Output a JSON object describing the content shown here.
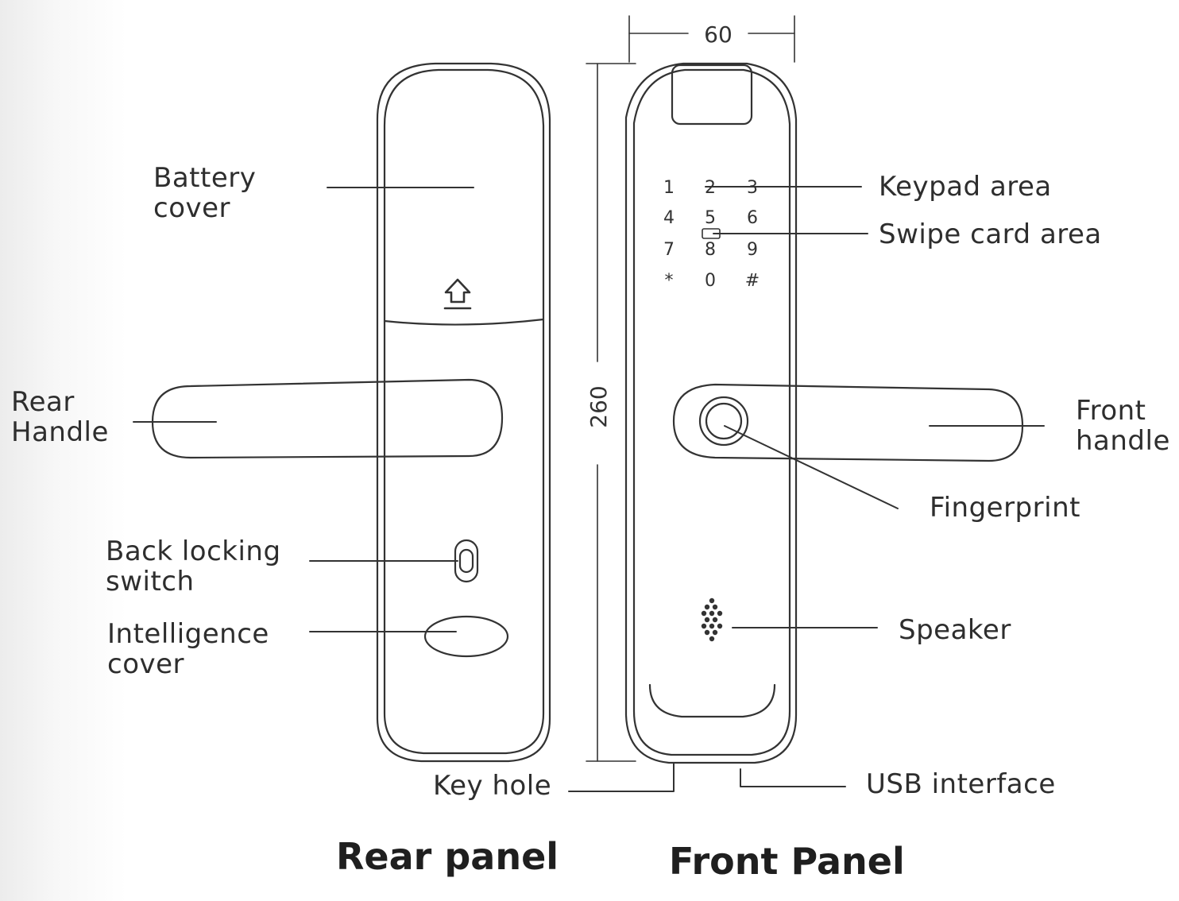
{
  "labels": {
    "battery_cover": [
      "Battery",
      "cover"
    ],
    "rear_handle": [
      "Rear",
      "Handle"
    ],
    "back_locking_switch": [
      "Back locking",
      "switch"
    ],
    "intelligence_cover": [
      "Intelligence",
      "cover"
    ],
    "key_hole": "Key hole",
    "usb_interface": "USB interface",
    "keypad_area": "Keypad area",
    "swipe_card_area": "Swipe card area",
    "front_handle": [
      "Front",
      "handle"
    ],
    "fingerprint": "Fingerprint",
    "speaker": "Speaker"
  },
  "dimensions": {
    "width": "60",
    "height": "260"
  },
  "keypad": [
    "1",
    "2",
    "3",
    "4",
    "5",
    "6",
    "7",
    "8",
    "9",
    "*",
    "0",
    "#"
  ],
  "titles": {
    "rear": "Rear panel",
    "front": "Front Panel"
  },
  "colors": {
    "line": "#333333",
    "text": "#2e2e2e"
  }
}
